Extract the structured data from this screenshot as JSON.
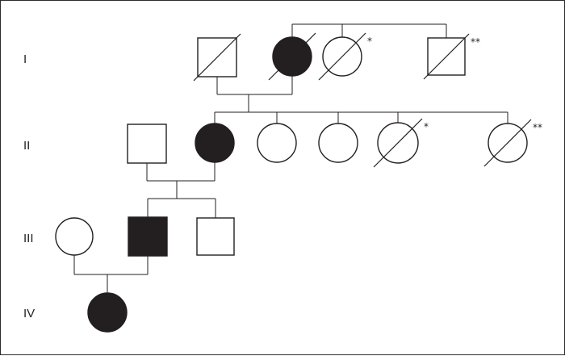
{
  "colors": {
    "ink": "#231f20",
    "affected": "#231f20",
    "unaffected": "#ffffff"
  },
  "generations": [
    {
      "id": "I",
      "label": "I"
    },
    {
      "id": "II",
      "label": "II"
    },
    {
      "id": "III",
      "label": "III"
    },
    {
      "id": "IV",
      "label": "IV"
    }
  ],
  "individuals": [
    {
      "id": "I-1",
      "generation": "I",
      "sex": "male",
      "affected": false,
      "deceased": true,
      "mark": ""
    },
    {
      "id": "I-2",
      "generation": "I",
      "sex": "female",
      "affected": true,
      "deceased": true,
      "mark": ""
    },
    {
      "id": "I-3",
      "generation": "I",
      "sex": "female",
      "affected": false,
      "deceased": true,
      "mark": "*"
    },
    {
      "id": "I-4",
      "generation": "I",
      "sex": "male",
      "affected": false,
      "deceased": true,
      "mark": "**"
    },
    {
      "id": "II-1",
      "generation": "II",
      "sex": "male",
      "affected": false,
      "deceased": false,
      "mark": ""
    },
    {
      "id": "II-2",
      "generation": "II",
      "sex": "female",
      "affected": true,
      "deceased": false,
      "mark": ""
    },
    {
      "id": "II-3",
      "generation": "II",
      "sex": "female",
      "affected": false,
      "deceased": false,
      "mark": ""
    },
    {
      "id": "II-4",
      "generation": "II",
      "sex": "female",
      "affected": false,
      "deceased": false,
      "mark": ""
    },
    {
      "id": "II-5",
      "generation": "II",
      "sex": "female",
      "affected": false,
      "deceased": true,
      "mark": "*"
    },
    {
      "id": "II-6",
      "generation": "II",
      "sex": "female",
      "affected": false,
      "deceased": true,
      "mark": "**"
    },
    {
      "id": "III-1",
      "generation": "III",
      "sex": "female",
      "affected": false,
      "deceased": false,
      "mark": ""
    },
    {
      "id": "III-2",
      "generation": "III",
      "sex": "male",
      "affected": true,
      "deceased": false,
      "mark": ""
    },
    {
      "id": "III-3",
      "generation": "III",
      "sex": "male",
      "affected": false,
      "deceased": false,
      "mark": ""
    },
    {
      "id": "IV-1",
      "generation": "IV",
      "sex": "female",
      "affected": true,
      "deceased": false,
      "mark": ""
    }
  ],
  "matings": [
    {
      "id": "m-I-1-I-2",
      "partners": [
        "I-1",
        "I-2"
      ],
      "children": [
        "II-2",
        "II-3",
        "II-4",
        "II-5",
        "II-6"
      ]
    },
    {
      "id": "m-II-1-II-2",
      "partners": [
        "II-1",
        "II-2"
      ],
      "children": [
        "III-2",
        "III-3"
      ]
    },
    {
      "id": "m-III-1-III-2",
      "partners": [
        "III-1",
        "III-2"
      ],
      "children": [
        "IV-1"
      ]
    }
  ],
  "sibships_without_parents": [
    {
      "id": "sibs-I",
      "children": [
        "I-2",
        "I-3",
        "I-4"
      ]
    }
  ]
}
